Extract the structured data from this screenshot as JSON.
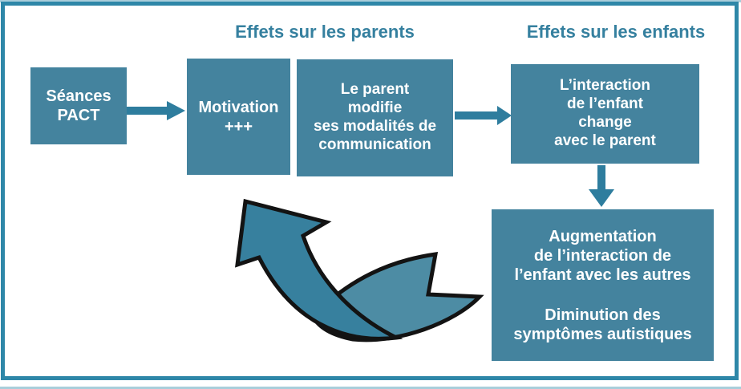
{
  "diagram": {
    "headers": {
      "parents": "Effets sur les parents",
      "enfants": "Effets sur les enfants"
    },
    "boxes": {
      "seances": "Séances\nPACT",
      "motivation": "Motivation\n+++",
      "parent_modifie": "Le parent\nmodifie\nses modalités de\ncommunication",
      "interaction_enfant": "L’interaction\nde l’enfant\nchange\navec le parent",
      "augmentation": "Augmentation\nde l’interaction de\nl’enfant avec les autres",
      "diminution": "Diminution des\nsymptômes autistiques"
    },
    "arrows": {
      "seances_to_motivation": "right-arrow",
      "parent_to_enfant": "right-arrow",
      "interaction_to_resultats": "down-arrow",
      "feedback": "curved-arrow-up-left"
    },
    "colors": {
      "box_fill": "#44839E",
      "frame": "#2E87A8",
      "header_text": "#35809F",
      "arrow": "#2E7D9E",
      "swoosh_dark": "#37809E",
      "swoosh_light": "#4D8CA4",
      "outline": "#131313",
      "box_text": "#FFFFFF",
      "edge_line": "#A9CEDB"
    }
  }
}
